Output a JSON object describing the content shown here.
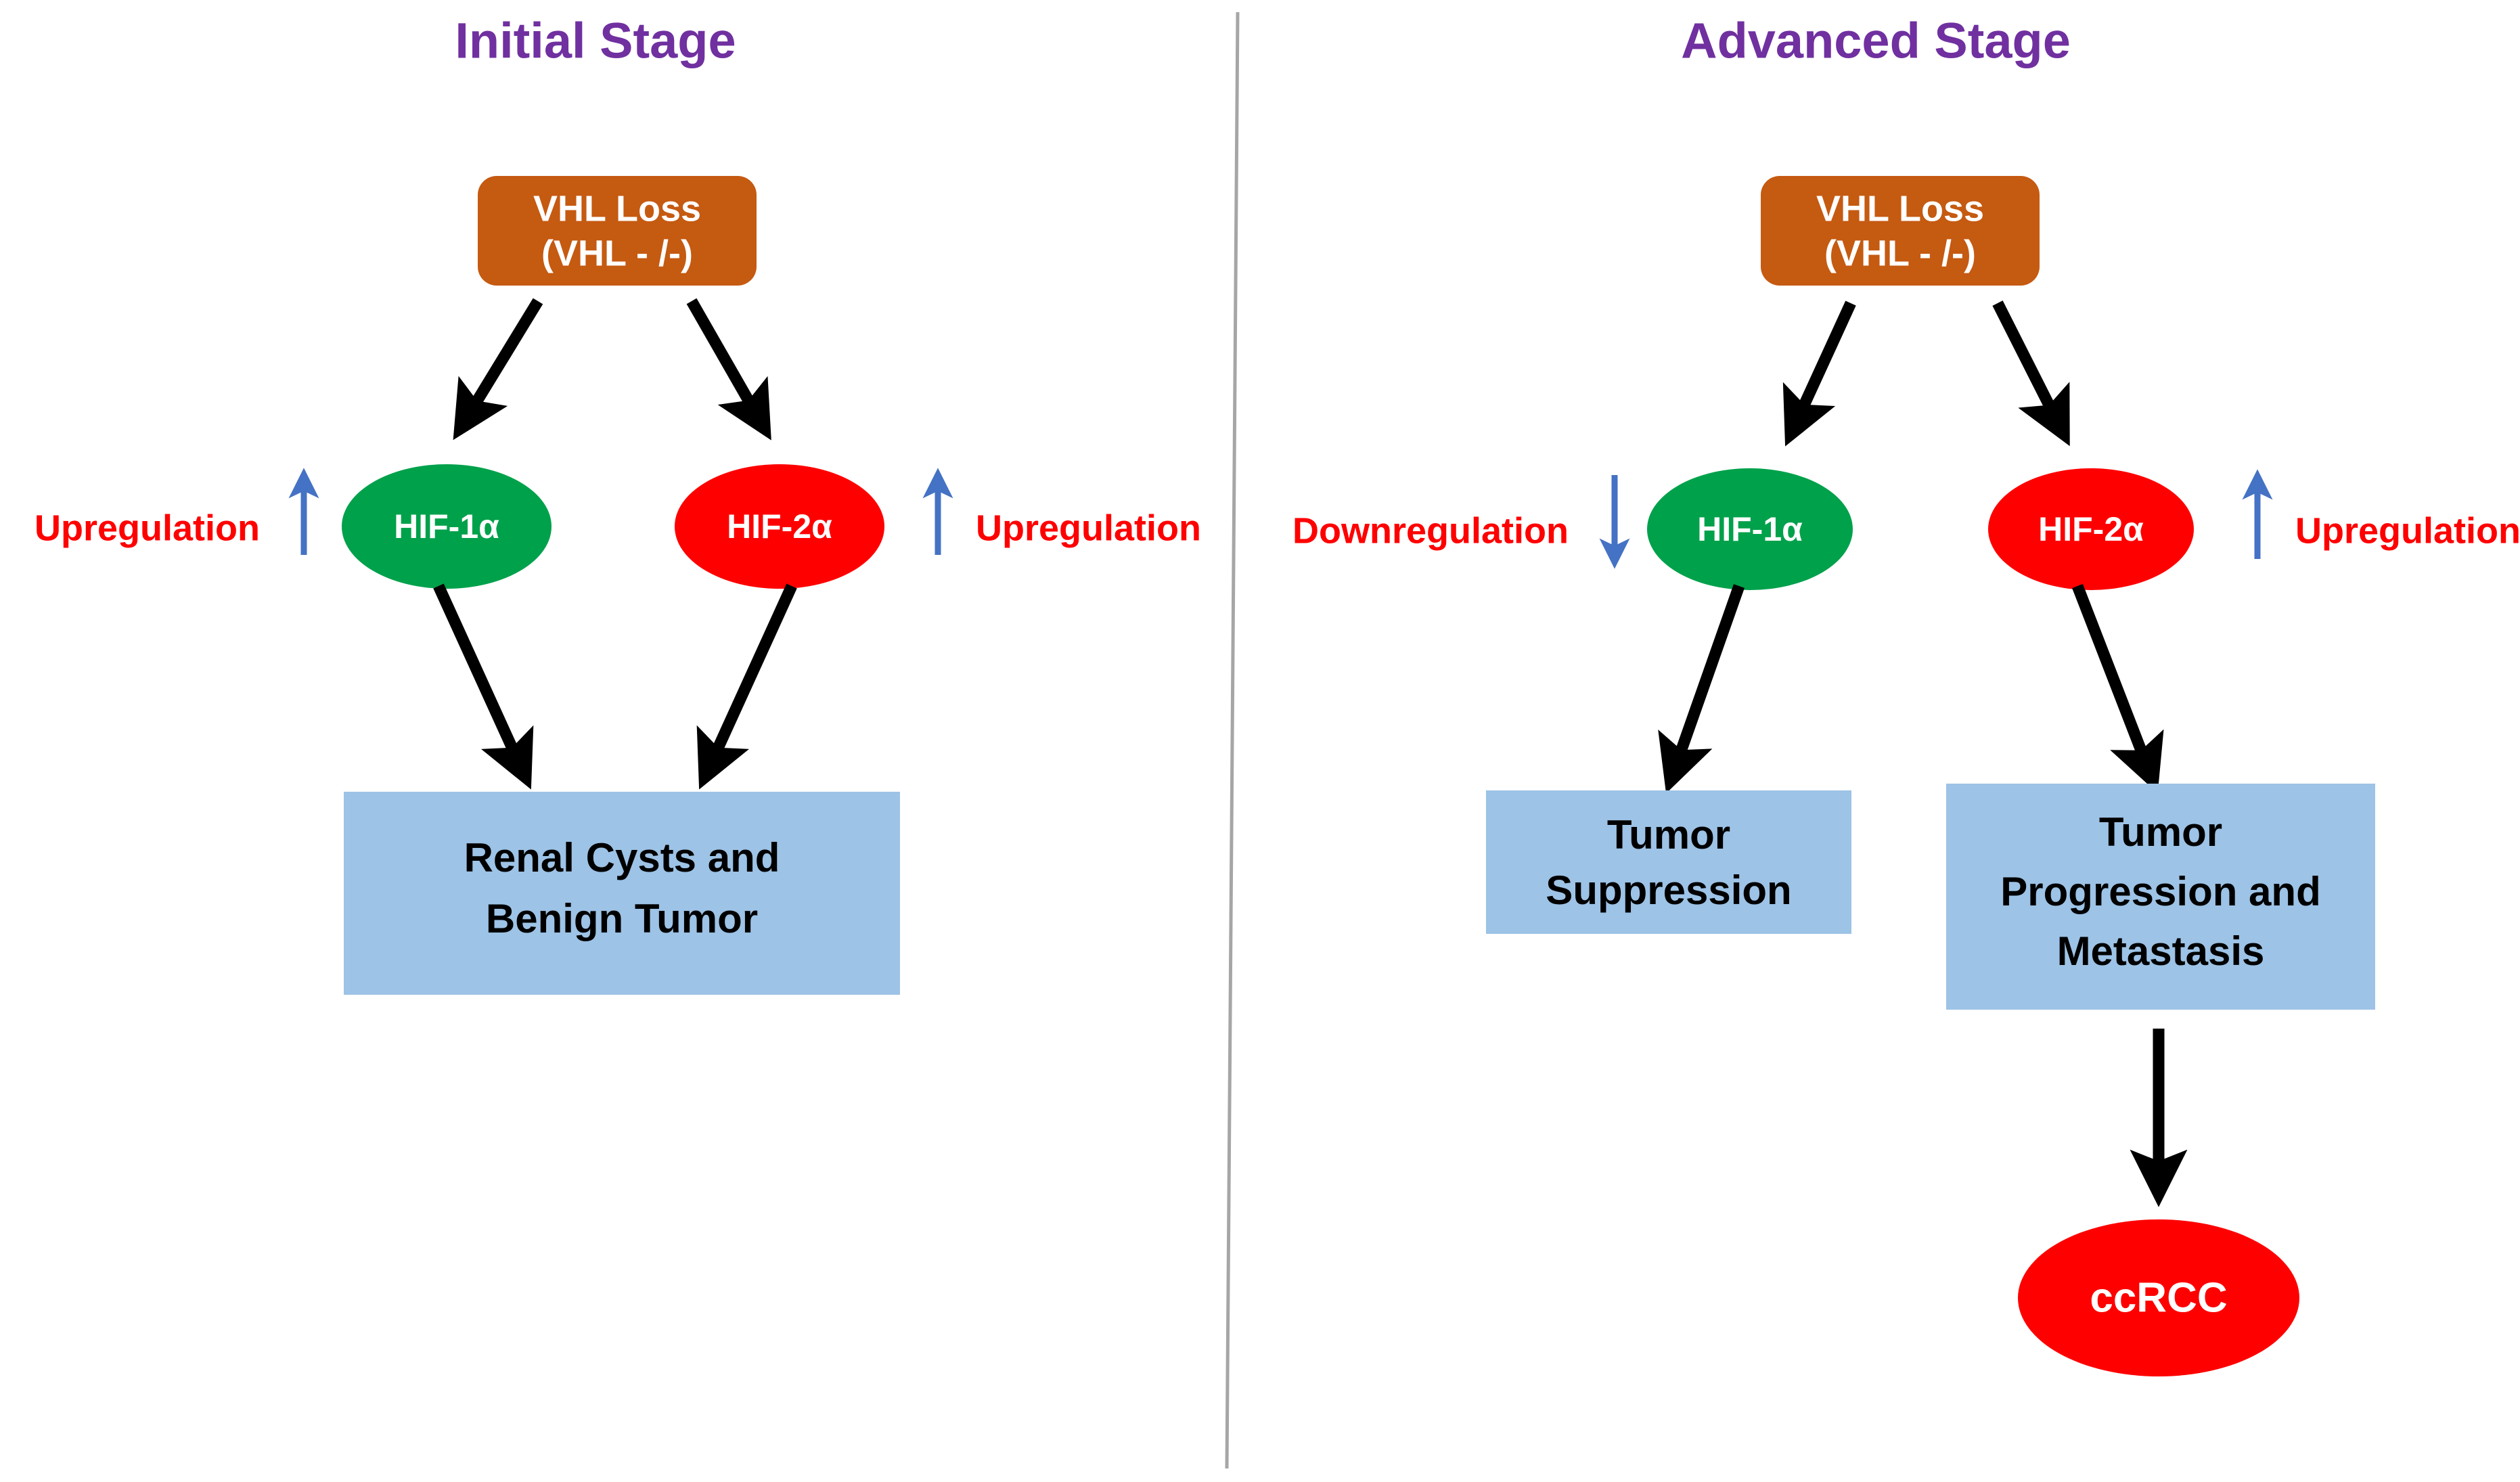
{
  "figure": {
    "background_color": "#FFFFFF",
    "divider": {
      "name": "vertical-divider",
      "color": "#A6A6A6"
    }
  },
  "palette": {
    "title_purple": "#7030A0",
    "vhl_orange": "#C55A11",
    "hif1_green": "#00A14B",
    "hif2_red": "#FF0000",
    "outcome_blue": "#9DC3E6",
    "regulation_red": "#FF0000",
    "regulation_arrow_blue": "#4472C4",
    "flow_arrow_black": "#000000"
  },
  "panels": [
    {
      "id": "initial-stage",
      "title": "Initial Stage",
      "nodes": {
        "vhl": {
          "line1": "VHL Loss",
          "line2": "(VHL - /-)",
          "shape": "rounded-rect",
          "color": "#C55A11"
        },
        "hif1": {
          "label": "HIF-1α",
          "shape": "ellipse",
          "color": "#00A14B"
        },
        "hif2": {
          "label": "HIF-2α",
          "shape": "ellipse",
          "color": "#FF0000"
        },
        "outcome": {
          "line1": "Renal Cysts and",
          "line2": "Benign Tumor",
          "shape": "rect",
          "color": "#9DC3E6"
        }
      },
      "regulation": [
        {
          "side": "left",
          "label": "Upregulation",
          "direction": "up",
          "target": "HIF-1α"
        },
        {
          "side": "right",
          "label": "Upregulation",
          "direction": "up",
          "target": "HIF-2α"
        }
      ]
    },
    {
      "id": "advanced-stage",
      "title": "Advanced Stage",
      "nodes": {
        "vhl": {
          "line1": "VHL Loss",
          "line2": "(VHL - /-)",
          "shape": "rounded-rect",
          "color": "#C55A11"
        },
        "hif1": {
          "label": "HIF-1α",
          "shape": "ellipse",
          "color": "#00A14B"
        },
        "hif2": {
          "label": "HIF-2α",
          "shape": "ellipse",
          "color": "#FF0000"
        },
        "outcome_left": {
          "line1": "Tumor",
          "line2": "Suppression",
          "shape": "rect",
          "color": "#9DC3E6"
        },
        "outcome_right": {
          "line1": "Tumor",
          "line2": "Progression and",
          "line3": "Metastasis",
          "shape": "rect",
          "color": "#9DC3E6"
        },
        "terminal": {
          "label": "ccRCC",
          "shape": "ellipse",
          "color": "#FF0000"
        }
      },
      "regulation": [
        {
          "side": "left",
          "label": "Downregulation",
          "direction": "down",
          "target": "HIF-1α"
        },
        {
          "side": "right",
          "label": "Upregulation",
          "direction": "up",
          "target": "HIF-2α"
        }
      ]
    }
  ]
}
